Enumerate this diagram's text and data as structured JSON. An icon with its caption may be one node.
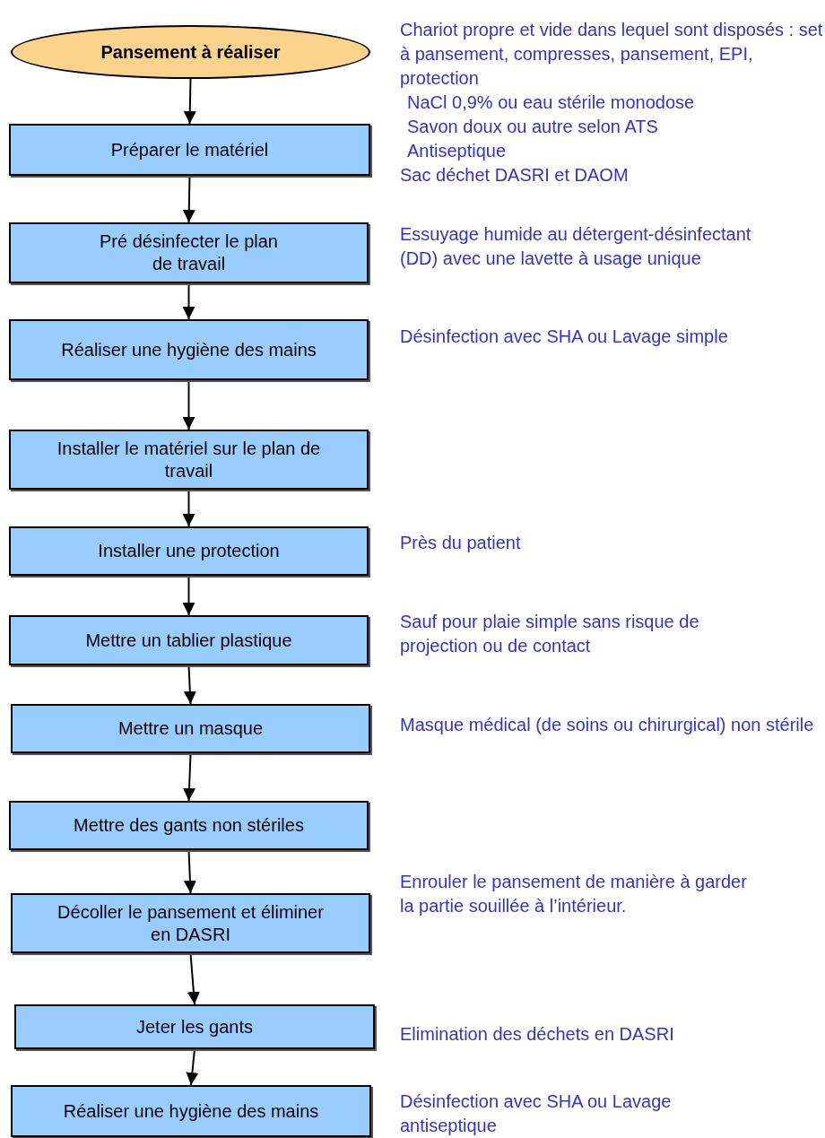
{
  "diagram": {
    "nodes": [
      {
        "text": [
          "Pansement à réaliser"
        ]
      },
      {
        "text": [
          "Préparer le matériel"
        ],
        "beside": [
          "Chariot propre et vide dans lequel sont disposés : set à pansement, compresses, pansement, EPI, protection",
          "NaCl 0,9% ou eau stérile monodose",
          "Savon doux ou autre selon ATS",
          "Antiseptique",
          "Sac déchet DASRI et DAOM"
        ]
      },
      {
        "text": [
          "Pré désinfecter le plan de travail"
        ],
        "beside": [
          "Essuyage humide au détergent-désinfectant (DD) avec une lavette à usage unique"
        ]
      },
      {
        "text": [
          "Réaliser une hygiène des mains"
        ],
        "beside": [
          "Désinfection avec SHA ou Lavage simple"
        ]
      },
      {
        "text": [
          "Installer le matériel sur le plan de travail"
        ]
      },
      {
        "text": [
          "Installer une protection"
        ],
        "beside": [
          "Près du patient"
        ]
      },
      {
        "text": [
          "Mettre un tablier plastique"
        ],
        "beside": [
          "Sauf pour plaie simple sans risque de projection ou de contact"
        ]
      },
      {
        "text": [
          "Mettre un masque"
        ],
        "beside": [
          "Masque médical (de soins ou chirurgical) non stérile"
        ]
      },
      {
        "text": [
          "Mettre des gants non stériles"
        ]
      },
      {
        "text": [
          "Décoller le pansement et éliminer en DASRI"
        ],
        "beside": [
          "Enrouler le pansement de manière à garder la partie souillée à l’intérieur."
        ]
      },
      {
        "text": [
          "Jeter les gants"
        ],
        "beside": [
          "Elimination des déchets en DASRI"
        ]
      },
      {
        "text": [
          "Réaliser une hygiène des mains"
        ],
        "beside": [
          "Désinfection avec SHA ou Lavage antiseptique"
        ]
      }
    ],
    "edges": [
      {
        "from": 0,
        "to": 1,
        "arrow": "to"
      },
      {
        "from": 1,
        "to": 2,
        "arrow": "to"
      },
      {
        "from": 2,
        "to": 3,
        "arrow": "to"
      },
      {
        "from": 3,
        "to": 4,
        "arrow": "to"
      },
      {
        "from": 4,
        "to": 5,
        "arrow": "to"
      },
      {
        "from": 5,
        "to": 6,
        "arrow": "to"
      },
      {
        "from": 6,
        "to": 7,
        "arrow": "to"
      },
      {
        "from": 7,
        "to": 8,
        "arrow": "to"
      },
      {
        "from": 8,
        "to": 9,
        "arrow": "to"
      },
      {
        "from": 9,
        "to": 10,
        "arrow": "to"
      },
      {
        "from": 10,
        "to": 11,
        "arrow": "to"
      }
    ]
  }
}
